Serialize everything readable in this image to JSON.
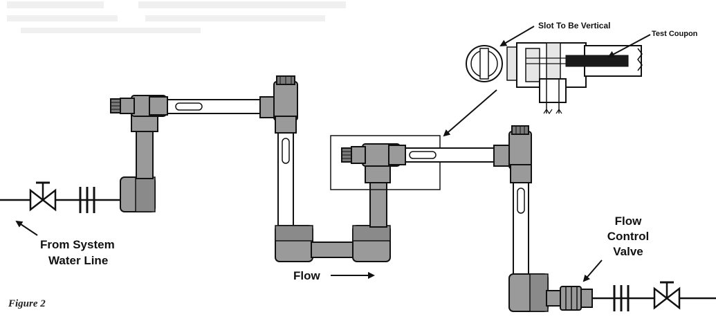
{
  "labels": {
    "slot_to_be_vertical": "Slot To Be Vertical",
    "test_coupon": "Test Coupon",
    "from_system_line1": "From System",
    "from_system_line2": "Water Line",
    "flow": "Flow",
    "flow_control_line1": "Flow",
    "flow_control_line2": "Control",
    "flow_control_line3": "Valve",
    "figure_caption": "Figure 2"
  },
  "colors": {
    "fitting": "#9a9a9a",
    "line": "#111111",
    "pipe": "#ffffff",
    "coupon": "#1a1a1a",
    "coupon_holder": "#e6e6e6"
  }
}
